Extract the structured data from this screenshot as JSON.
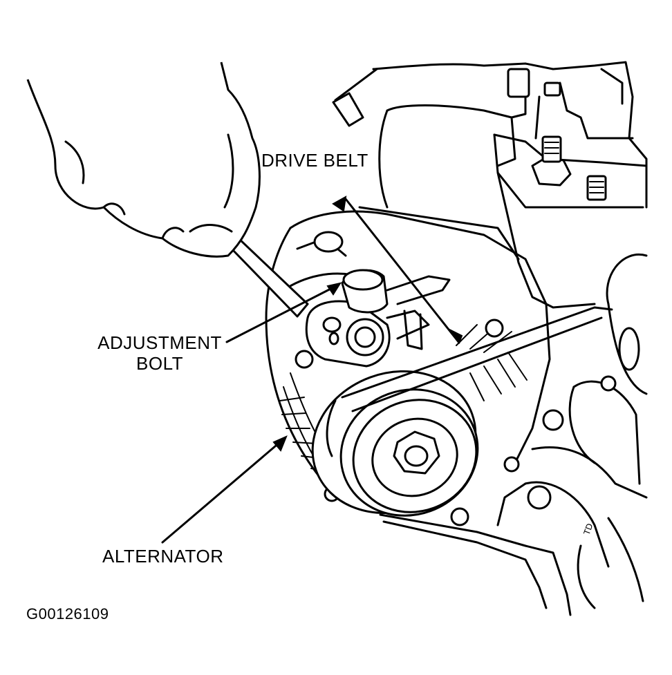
{
  "figure": {
    "labels": {
      "drive_belt": "DRIVE BELT",
      "adjustment_bolt_line1": "ADJUSTMENT",
      "adjustment_bolt_line2": "BOLT",
      "alternator": "ALTERNATOR"
    },
    "figure_id": "G00126109",
    "colors": {
      "ink": "#000000",
      "paper": "#ffffff"
    }
  }
}
